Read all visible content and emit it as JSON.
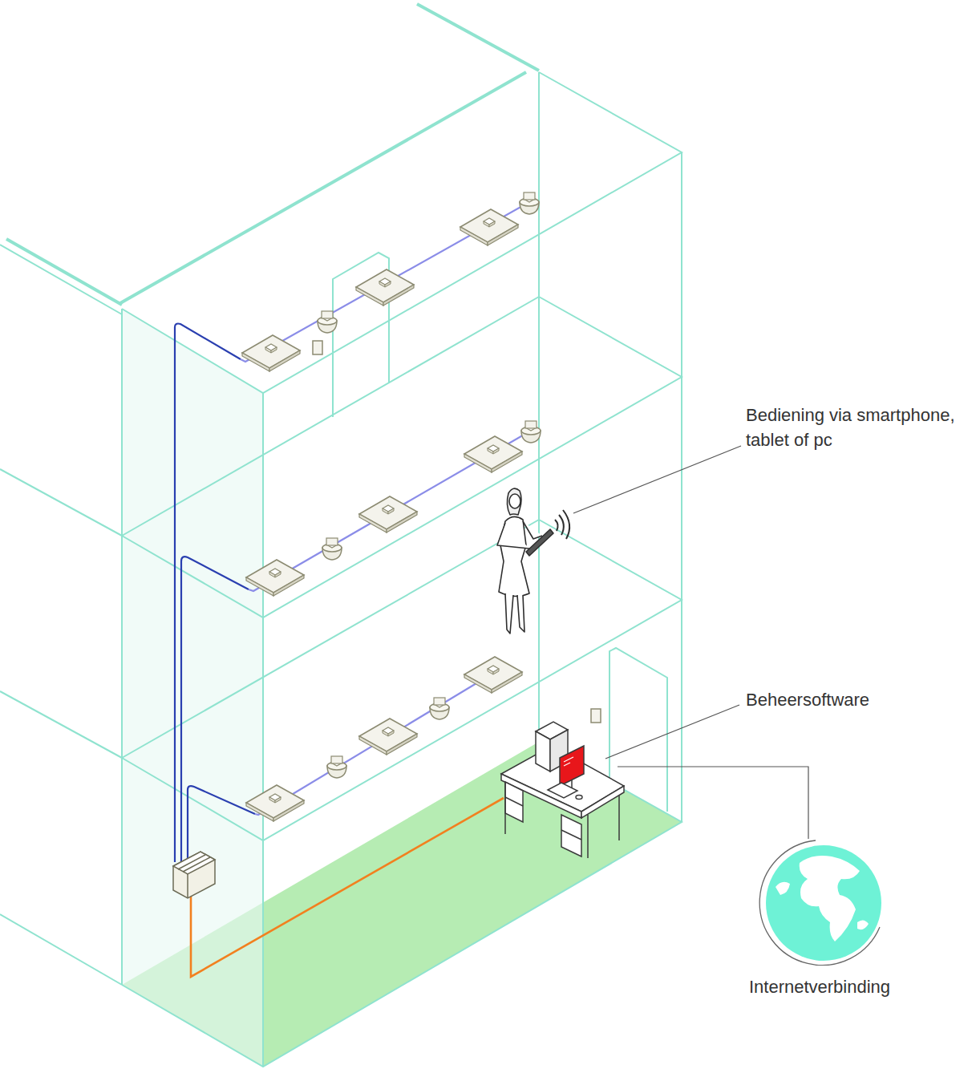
{
  "diagram": {
    "nodes": [
      {
        "text": [
          "Internetverbinding"
        ]
      }
    ],
    "labels": [
      "Bediening via smartphone, tablet of pc",
      "Beheersoftware"
    ]
  }
}
